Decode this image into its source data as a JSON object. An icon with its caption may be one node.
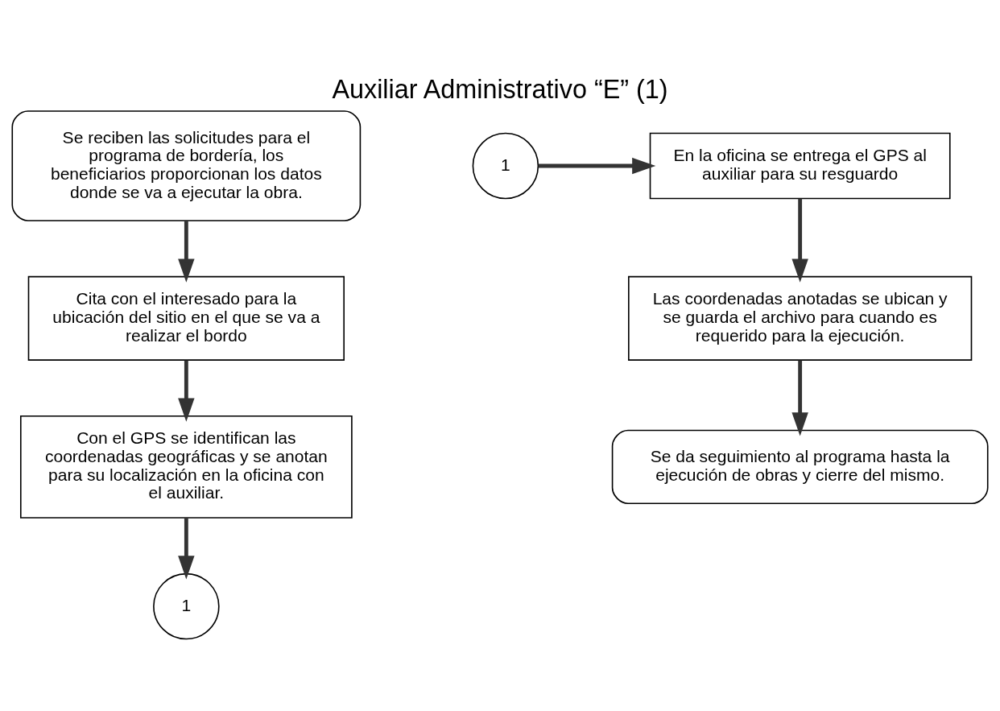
{
  "diagram": {
    "title": "Auxiliar Administrativo “E” (1)",
    "nodes": [
      {
        "text": [
          "Se reciben las solicitudes para el programa de bordería, los beneficiarios proporcionan los datos donde se va a ejecutar la obra."
        ]
      },
      {
        "text": [
          "Cita con el interesado para la ubicación del sitio en el que se va a realizar el bordo"
        ]
      },
      {
        "text": [
          "Con el GPS se identifican las coordenadas geográficas y se anotan para su localización en la oficina con el auxiliar."
        ]
      },
      {
        "text": [
          "1"
        ]
      },
      {
        "text": [
          "1"
        ]
      },
      {
        "text": [
          "En la oficina se entrega el GPS al auxiliar para su resguardo"
        ]
      },
      {
        "text": [
          "Las coordenadas anotadas se ubican y se guarda el archivo para cuando es requerido para la ejecución."
        ]
      },
      {
        "text": [
          "Se da seguimiento al programa hasta la ejecución de obras y cierre del mismo."
        ]
      }
    ],
    "edges": [
      {
        "from": 0,
        "to": 1,
        "arrow": "to"
      },
      {
        "from": 1,
        "to": 2,
        "arrow": "to"
      },
      {
        "from": 2,
        "to": 3,
        "arrow": "to"
      },
      {
        "from": 4,
        "to": 5,
        "arrow": "to"
      },
      {
        "from": 5,
        "to": 6,
        "arrow": "to"
      },
      {
        "from": 6,
        "to": 7,
        "arrow": "to"
      }
    ]
  }
}
